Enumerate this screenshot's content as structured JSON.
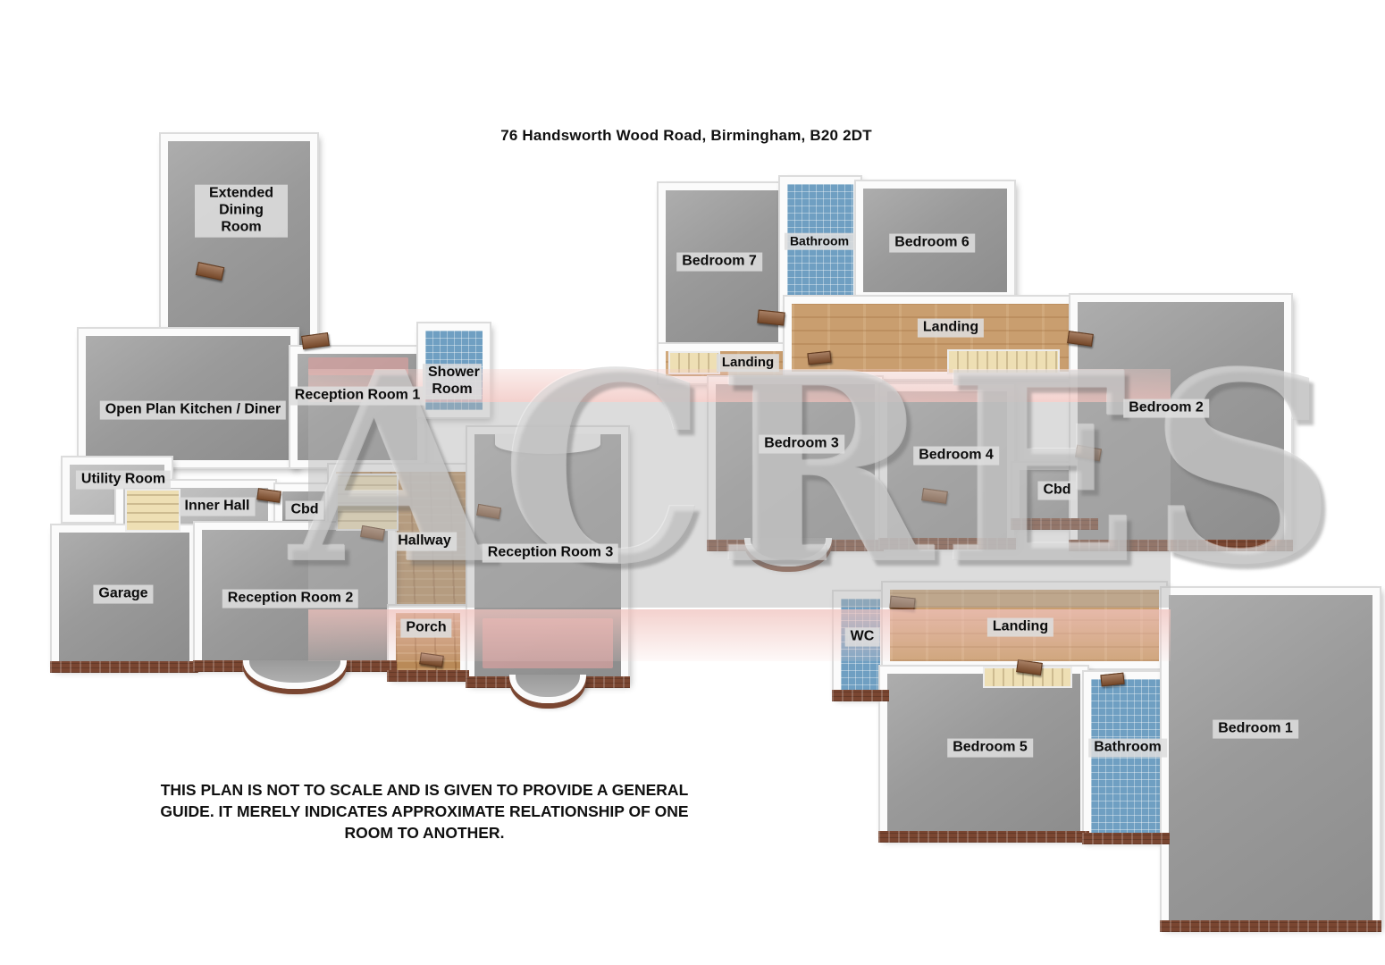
{
  "title": "76 Handsworth Wood Road, Birmingham, B20 2DT",
  "watermark": "ACRES",
  "disclaimer": "THIS PLAN IS NOT TO SCALE AND IS GIVEN TO PROVIDE A GENERAL\nGUIDE. IT MERELY INDICATES APPROXIMATE RELATIONSHIP OF ONE\nROOM TO ANOTHER.",
  "floors": {
    "ground": {
      "rooms": {
        "extended_dining_room": "Extended Dining Room",
        "open_plan_kitchen_diner": "Open Plan Kitchen / Diner",
        "reception_room_1": "Reception Room 1",
        "shower_room": "Shower Room",
        "utility_room": "Utility Room",
        "inner_hall": "Inner Hall",
        "cbd": "Cbd",
        "hallway": "Hallway",
        "garage": "Garage",
        "reception_room_2": "Reception Room 2",
        "porch": "Porch",
        "reception_room_3": "Reception Room 3"
      }
    },
    "first": {
      "rooms": {
        "bedroom_7": "Bedroom 7",
        "bathroom": "Bathroom",
        "bedroom_6": "Bedroom 6",
        "landing_left": "Landing",
        "landing": "Landing",
        "bedroom_3": "Bedroom 3",
        "bedroom_4": "Bedroom 4",
        "cbd": "Cbd",
        "bedroom_2": "Bedroom 2"
      }
    },
    "second": {
      "rooms": {
        "wc": "WC",
        "landing": "Landing",
        "bedroom_5": "Bedroom 5",
        "bathroom": "Bathroom",
        "bedroom_1": "Bedroom 1"
      }
    }
  },
  "colors": {
    "floor_gray": "#9a9a9a",
    "wall_white": "#fbfbfb",
    "brick_brown": "#7a4631",
    "door_brown": "#8a5531",
    "tile_blue": "#6f9fc2",
    "hall_wood": "#b98a58",
    "landing_tan": "#c99e6f",
    "stairs_cream": "#eedfb4",
    "rug_pink": "#cf9f9d",
    "ribbon_pink": "#f0c2bd",
    "ribbon_gray": "#b2b2b2",
    "watermark_gray": "#d1d1d1",
    "text_black": "#101010"
  }
}
